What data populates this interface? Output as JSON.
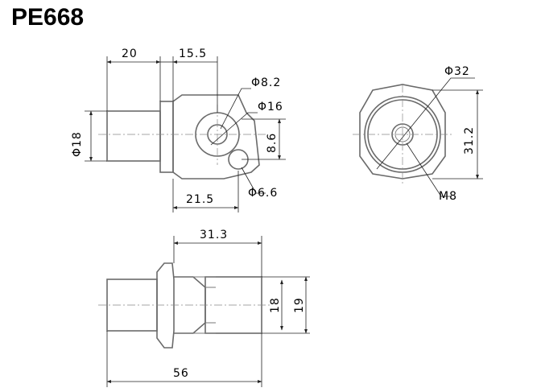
{
  "title": "PE668",
  "dimensions": {
    "side_width": "20",
    "offset": "15.5",
    "dia_hole_small": "Φ8.2",
    "dia_boss": "Φ16",
    "dia_shaft": "Φ18",
    "hole_spacing": "8.6",
    "total_side": "21.5",
    "dia_pin": "Φ6.6",
    "dia_outer": "Φ32",
    "height_end": "31.2",
    "thread": "M8",
    "top_length": "31.3",
    "bore_18": "18",
    "bore_19": "19",
    "total_length": "56"
  },
  "colors": {
    "outline": "#6a6a6a",
    "dimension": "#222222"
  }
}
